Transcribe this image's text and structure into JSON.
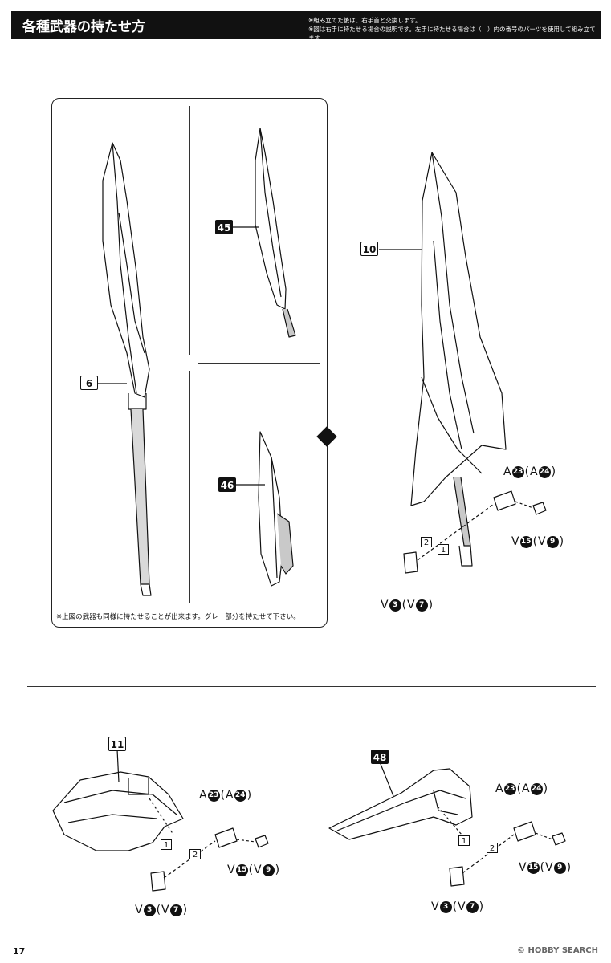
{
  "header": {
    "title": "各種武器の持たせ方",
    "note1": "※組み立てた後は、右手首と交換します。",
    "note2": "※図は右手に持たせる場合の説明です。左手に持たせる場合は（　）内の番号のパーツを使用して組み立てます。"
  },
  "panel_note": "※上図の武器も同様に持たせることが出来ます。グレー部分を持たせて下さい。",
  "labels": {
    "p6": "6",
    "p45": "45",
    "p46": "46",
    "p10": "10",
    "p11": "11",
    "p48": "48"
  },
  "steps": {
    "s1": "1",
    "s2": "2"
  },
  "parts": {
    "a_letter": "A",
    "a_num": "23",
    "a_alt": "24",
    "v_letter": "V",
    "v15": "15",
    "v9": "9",
    "v3": "3",
    "v7": "7"
  },
  "page_number": "17",
  "watermark": "© HOBBY SEARCH"
}
